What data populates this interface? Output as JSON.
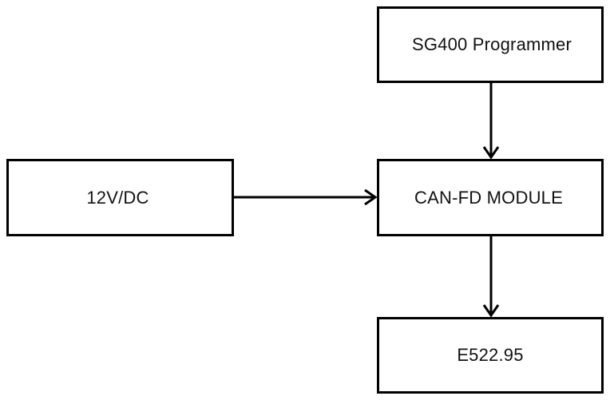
{
  "diagram": {
    "nodes": {
      "programmer": {
        "label": "SG400 Programmer"
      },
      "power": {
        "label": "12V/DC"
      },
      "canfd": {
        "label": "CAN-FD MODULE"
      },
      "ecu": {
        "label": "E522.95"
      }
    },
    "edges": [
      {
        "from": "programmer",
        "to": "canfd"
      },
      {
        "from": "power",
        "to": "canfd"
      },
      {
        "from": "canfd",
        "to": "ecu"
      }
    ],
    "colors": {
      "stroke": "#000000",
      "text": "#111111",
      "background": "#ffffff"
    }
  }
}
